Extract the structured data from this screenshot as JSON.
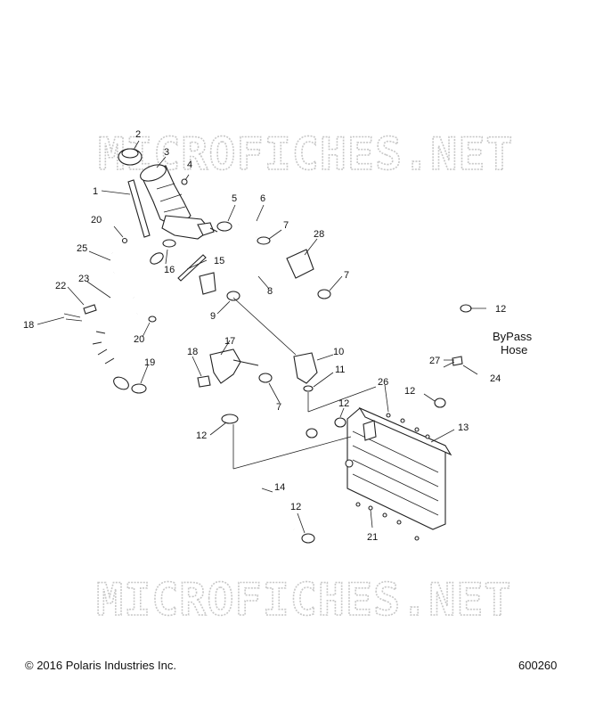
{
  "watermark": {
    "text": "MICROFICHES.NET"
  },
  "footer": {
    "copyright": "© 2016 Polaris Industries Inc.",
    "figure_number": "600260"
  },
  "annotation": {
    "line1": "ByPass",
    "line2": "Hose"
  },
  "callouts": [
    "2",
    "3",
    "4",
    "1",
    "5",
    "6",
    "20",
    "7",
    "28",
    "25",
    "16",
    "15",
    "23",
    "22",
    "8",
    "7",
    "18",
    "9",
    "20",
    "12",
    "17",
    "10",
    "18",
    "19",
    "11",
    "27",
    "24",
    "26",
    "12",
    "7",
    "12",
    "12",
    "13",
    "14",
    "12",
    "21"
  ]
}
